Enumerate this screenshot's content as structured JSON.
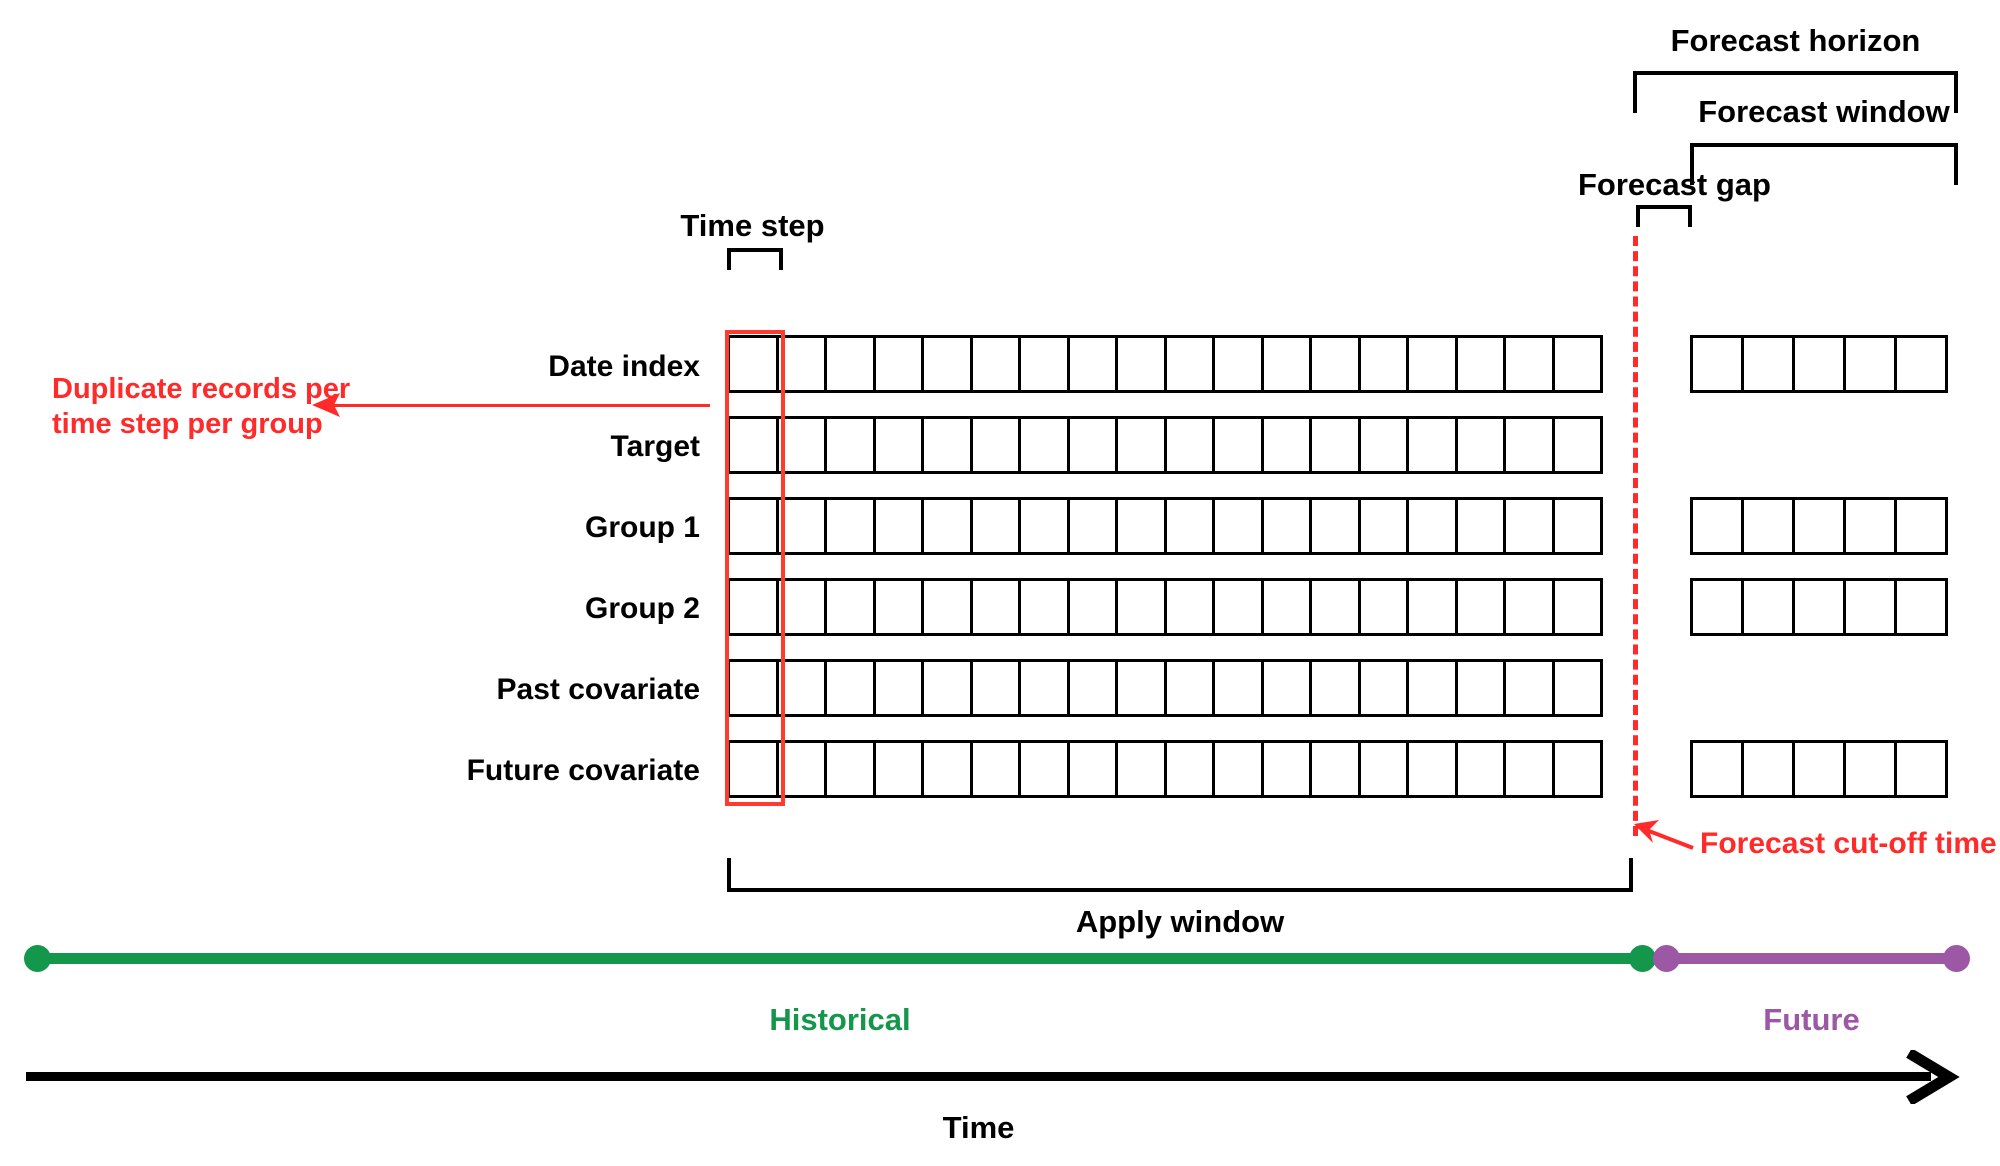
{
  "diagram": {
    "title_of_subject": "Time series forecasting data layout",
    "brackets": {
      "time_step": "Time step",
      "forecast_horizon": "Forecast horizon",
      "forecast_window": "Forecast window",
      "forecast_gap": "Forecast gap",
      "apply_window": "Apply window"
    },
    "annotations": {
      "duplicate_records_line1": "Duplicate records per",
      "duplicate_records_line2": "time step per group",
      "forecast_cutoff": "Forecast cut-off time"
    },
    "rows": [
      {
        "label": "Date index",
        "past_cells": 18,
        "future_cells": 5
      },
      {
        "label": "Target",
        "past_cells": 18,
        "future_cells": 0
      },
      {
        "label": "Group 1",
        "past_cells": 18,
        "future_cells": 5
      },
      {
        "label": "Group 2",
        "past_cells": 18,
        "future_cells": 5
      },
      {
        "label": "Past covariate",
        "past_cells": 18,
        "future_cells": 0
      },
      {
        "label": "Future covariate",
        "past_cells": 18,
        "future_cells": 5
      }
    ],
    "timeline": {
      "historical_label": "Historical",
      "future_label": "Future",
      "axis_label": "Time"
    },
    "colors": {
      "red": "#ff2a2a",
      "green": "#14974a",
      "purple": "#9c57a5",
      "black": "#000000"
    }
  }
}
